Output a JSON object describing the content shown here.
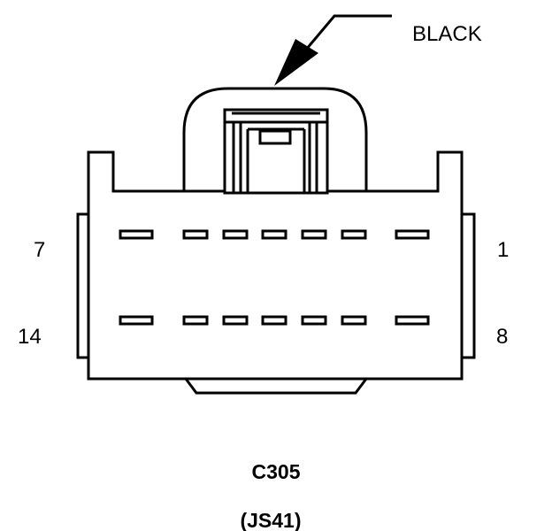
{
  "color_label": "BLACK",
  "pin_labels": {
    "top_left": "7",
    "top_right": "1",
    "bottom_left": "14",
    "bottom_right": "8"
  },
  "connector_id": "C305",
  "connector_code": "(JS41)",
  "pin_count": 14,
  "line_color": "#000000",
  "background_color": "#ffffff"
}
